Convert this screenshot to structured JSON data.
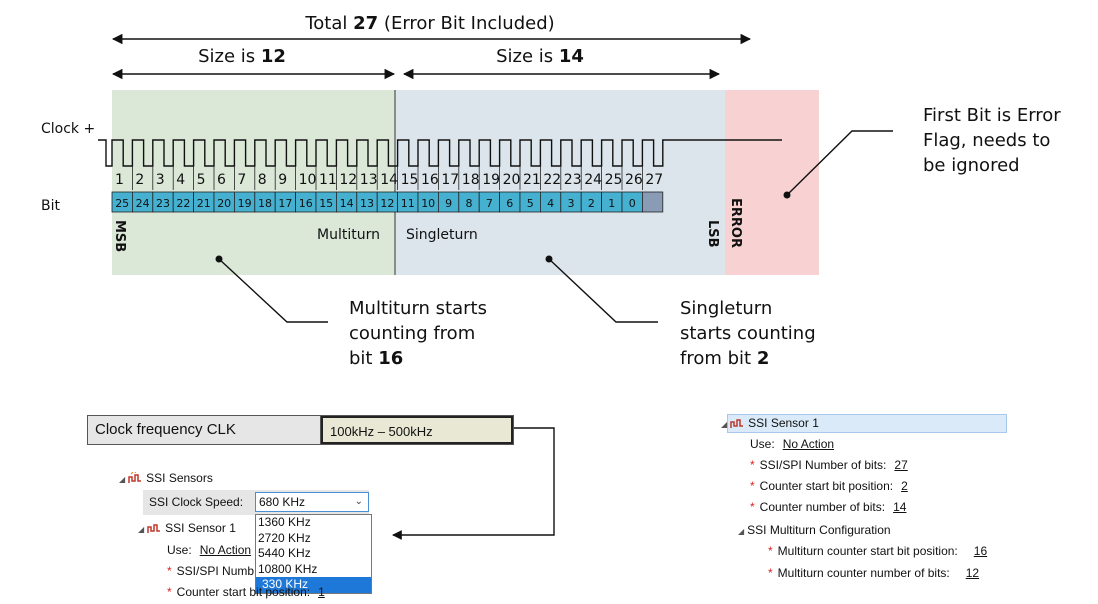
{
  "diagram": {
    "total_label": "Total",
    "total_value": "27",
    "total_suffix": "(Error Bit Included)",
    "size_left_label": "Size is",
    "size_left_value": "12",
    "size_right_label": "Size is",
    "size_right_value": "14",
    "clock_label": "Clock +",
    "bit_label": "Bit",
    "bit_numbers": [
      "1",
      "2",
      "3",
      "4",
      "5",
      "6",
      "7",
      "8",
      "9",
      "10",
      "11",
      "12",
      "13",
      "14",
      "15",
      "16",
      "17",
      "18",
      "19",
      "20",
      "21",
      "22",
      "23",
      "24",
      "25",
      "26",
      "27"
    ],
    "multiturn_bits": [
      "25",
      "24",
      "23",
      "22",
      "21",
      "20",
      "19",
      "18",
      "17",
      "16",
      "15",
      "14"
    ],
    "singleturn_bits": [
      "13",
      "12",
      "11",
      "10",
      "9",
      "8",
      "7",
      "6",
      "5",
      "4",
      "3",
      "2",
      "1",
      "0"
    ],
    "msb_label": "MSB",
    "lsb_label": "LSB",
    "error_label": "ERROR",
    "multiturn_label": "Multiturn",
    "singleturn_label": "Singleturn",
    "error_note": [
      "First Bit is Error",
      "Flag, needs to",
      "be ignored"
    ],
    "multiturn_note": [
      "Multiturn starts",
      "counting from"
    ],
    "multiturn_note_prefix": "bit",
    "multiturn_note_bold": "16",
    "singleturn_note": [
      "Singleturn",
      "starts counting"
    ],
    "singleturn_note_prefix": "from bit",
    "singleturn_note_bold": "2",
    "colors": {
      "multiturn_bg": "#dbe8d8",
      "singleturn_bg": "#dce5ec",
      "error_bg": "#f8d2d2",
      "bit_cell": "#45b0d0",
      "error_cell": "#8a9bb5"
    }
  },
  "clock_table": {
    "label": "Clock frequency CLK",
    "value": "100kHz – 500kHz"
  },
  "left_panel": {
    "sensors_title": "SSI Sensors",
    "clock_speed_label": "SSI Clock Speed:",
    "clock_speed_value": "680 KHz",
    "dropdown_options": [
      "1360 KHz",
      "2720 KHz",
      "5440 KHz",
      "10800 KHz",
      "330 KHz"
    ],
    "sensor_title": "SSI Sensor 1",
    "use_label": "Use:",
    "use_value": "No Action",
    "number_bits_label": "SSI/SPI Numb",
    "counter_start_label": "Counter start bit position:",
    "counter_start_value": "1"
  },
  "right_panel": {
    "sensor_title": "SSI Sensor 1",
    "use_label": "Use:",
    "use_value": "No Action",
    "number_bits_label": "SSI/SPI Number of bits:",
    "number_bits_value": "27",
    "counter_start_label": "Counter start bit position:",
    "counter_start_value": "2",
    "counter_number_label": "Counter number of  bits:",
    "counter_number_value": "14",
    "multiturn_title": "SSI Multiturn Configuration",
    "mt_start_label": "Multiturn counter start bit position:",
    "mt_start_value": "16",
    "mt_number_label": "Multiturn counter number of  bits:",
    "mt_number_value": "12"
  }
}
